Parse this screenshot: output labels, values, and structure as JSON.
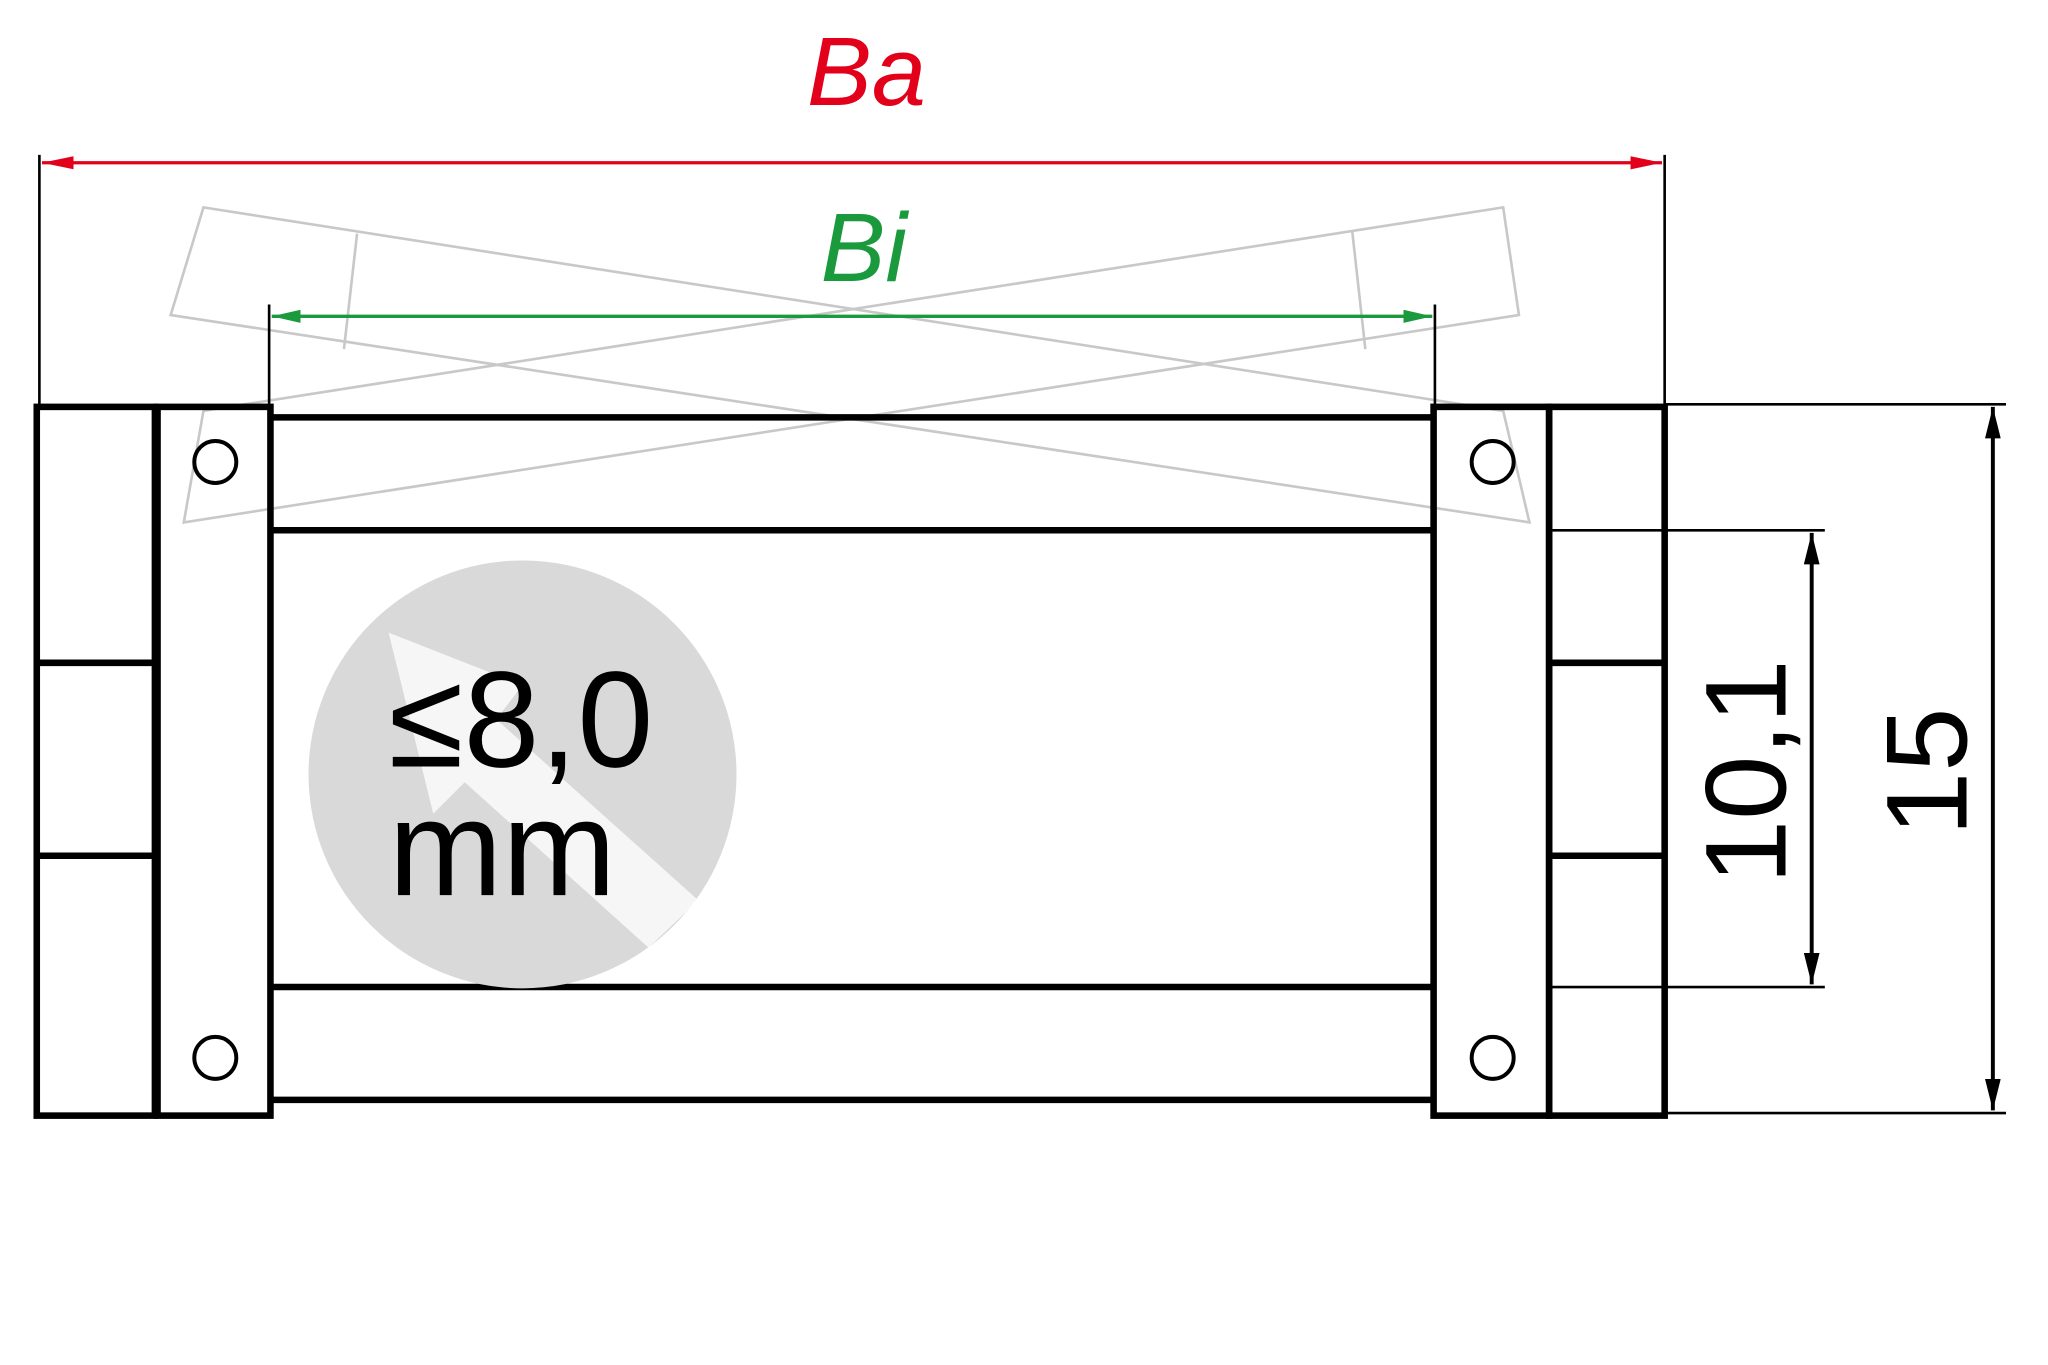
{
  "dimensions": {
    "outer_width": {
      "label": "Ba",
      "color": "#e3001b"
    },
    "inner_width": {
      "label": "Bi",
      "color": "#1a9a3c"
    },
    "inner_height": {
      "label": "10,1"
    },
    "outer_height": {
      "label": "15"
    }
  },
  "badge": {
    "line1": "≤8,0",
    "line2": "mm",
    "fill": "#d9d9d9"
  },
  "colors": {
    "outline": "#000000",
    "ghost": "#c8c8c8"
  }
}
